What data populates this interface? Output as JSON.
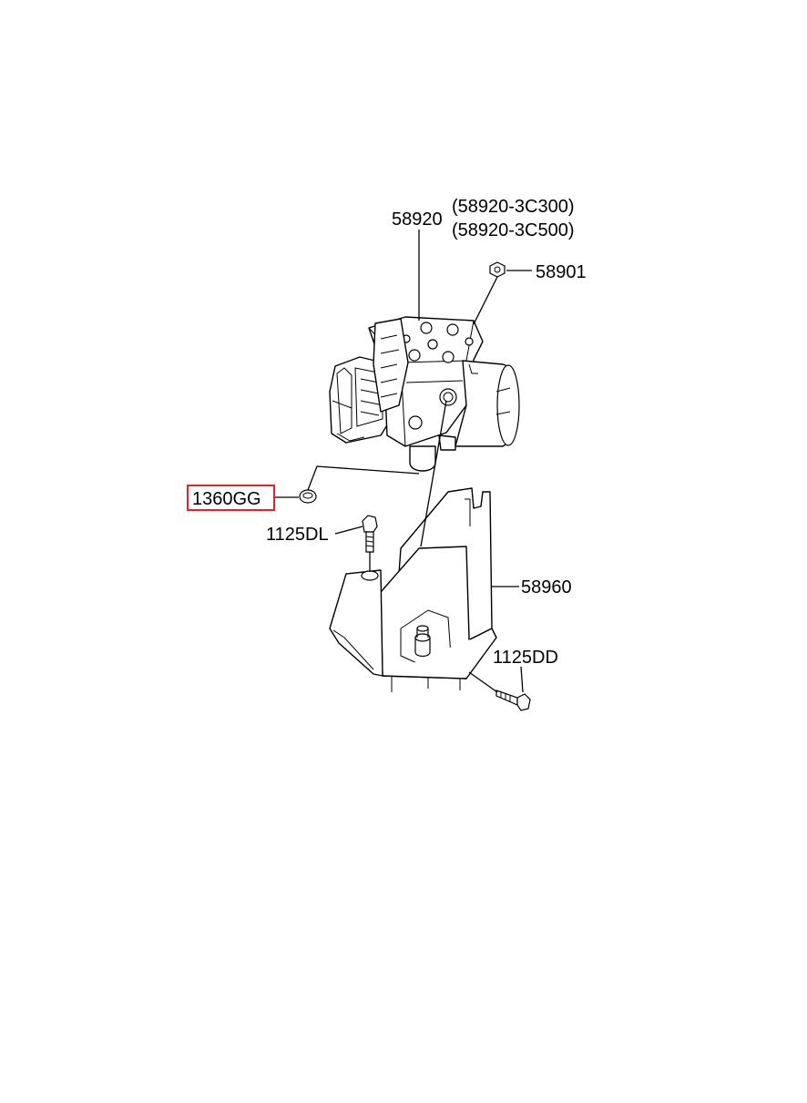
{
  "labels": {
    "hecu": "58920",
    "hecu_alt_1": "(58920-3C300)",
    "hecu_alt_2": "(58920-3C500)",
    "nut": "58901",
    "grommet": "1360GG",
    "bolt_upper": "1125DL",
    "bracket": "58960",
    "bolt_lower": "1125DD"
  },
  "highlight": {
    "part": "1360GG",
    "color": "#e8202a"
  }
}
